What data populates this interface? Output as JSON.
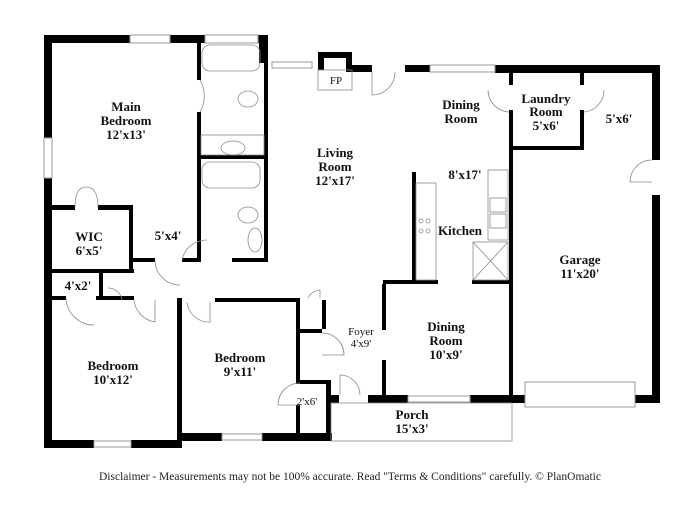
{
  "rooms": {
    "main_bedroom": {
      "name_line1": "Main",
      "name_line2": "Bedroom",
      "size": "12'x13'"
    },
    "wic": {
      "name": "WIC",
      "size": "6'x5'"
    },
    "hall_small": {
      "size": "5'x4'"
    },
    "closet_small": {
      "size": "4'x2'"
    },
    "bedroom_left": {
      "name": "Bedroom",
      "size": "10'x12'"
    },
    "bedroom_mid": {
      "name": "Bedroom",
      "size": "9'x11'"
    },
    "closet_2x6": {
      "size": "2'x6'"
    },
    "fireplace": {
      "name": "FP"
    },
    "living_room": {
      "name_line1": "Living",
      "name_line2": "Room",
      "size": "12'x17'"
    },
    "dining_room_top": {
      "name_line1": "Dining",
      "name_line2": "Room"
    },
    "kitchen": {
      "name": "Kitchen",
      "size": "8'x17'"
    },
    "laundry": {
      "name_line1": "Laundry",
      "name_line2": "Room",
      "size": "5'x6'"
    },
    "garage_nook": {
      "size": "5'x6'"
    },
    "garage": {
      "name": "Garage",
      "size": "11'x20'"
    },
    "foyer": {
      "name": "Foyer",
      "size": "4'x9'"
    },
    "dining_room": {
      "name_line1": "Dining",
      "name_line2": "Room",
      "size": "10'x9'"
    },
    "porch": {
      "name": "Porch",
      "size": "15'x3'"
    }
  },
  "disclaimer": "Disclaimer - Measurements may not be 100% accurate. Read \"Terms & Conditions\" carefully. © PlanOmatic"
}
